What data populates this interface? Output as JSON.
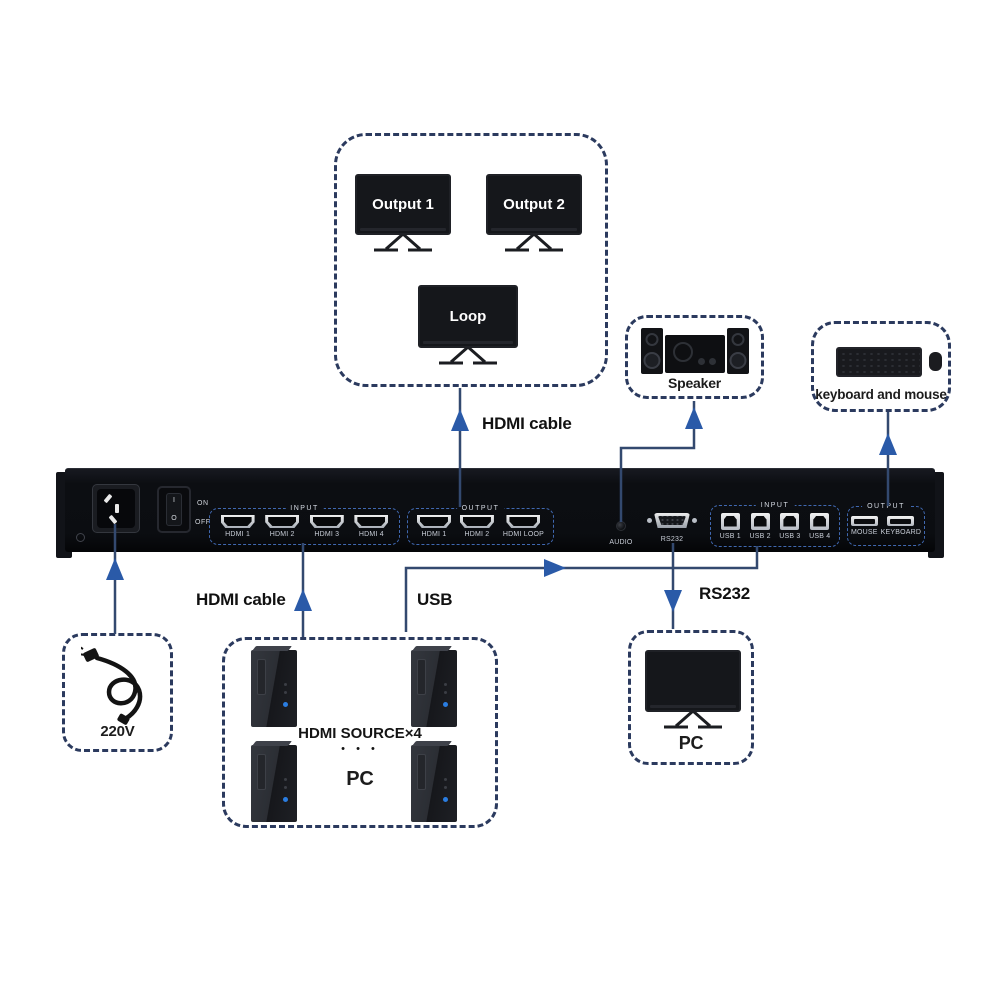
{
  "colors": {
    "background": "#ffffff",
    "dashed_box_border": "#2b3a5e",
    "wire": "#33496f",
    "arrow": "#2a5aa8",
    "device_body": "#0c0e12",
    "port_group_outline": "#4068b0",
    "pc_accent_led": "#2a7de1"
  },
  "connections": {
    "hdmi_cable_top": "HDMI cable",
    "hdmi_cable_bottom": "HDMI cable",
    "usb": "USB",
    "rs232": "RS232"
  },
  "display_box": {
    "monitors": [
      {
        "label": "Output 1"
      },
      {
        "label": "Output 2"
      },
      {
        "label": "Loop"
      }
    ]
  },
  "speaker_box": {
    "label": "Speaker"
  },
  "keyboard_mouse_box": {
    "label": "keyboard and mouse"
  },
  "power_box": {
    "label": "220V"
  },
  "source_box": {
    "title": "HDMI SOURCE×4",
    "dots": "• • •",
    "label": "PC"
  },
  "pc_box": {
    "label": "PC"
  },
  "device": {
    "power_switch": {
      "on_label": "ON",
      "off_label": "OFF",
      "rocker_on": "I",
      "rocker_off": "O"
    },
    "hdmi_input": {
      "group_label": "INPUT",
      "ports": [
        "HDMI 1",
        "HDMI 2",
        "HDMI 3",
        "HDMI 4"
      ]
    },
    "hdmi_output": {
      "group_label": "OUTPUT",
      "ports": [
        "HDMI 1",
        "HDMI 2",
        "HDMI LOOP"
      ]
    },
    "audio": {
      "label": "AUDIO"
    },
    "rs232": {
      "label": "RS232"
    },
    "usb_input": {
      "group_label": "INPUT",
      "ports": [
        "USB 1",
        "USB 2",
        "USB 3",
        "USB 4"
      ]
    },
    "usb_output": {
      "group_label": "OUTPUT",
      "ports": [
        "MOUSE",
        "KEYBOARD"
      ]
    }
  }
}
